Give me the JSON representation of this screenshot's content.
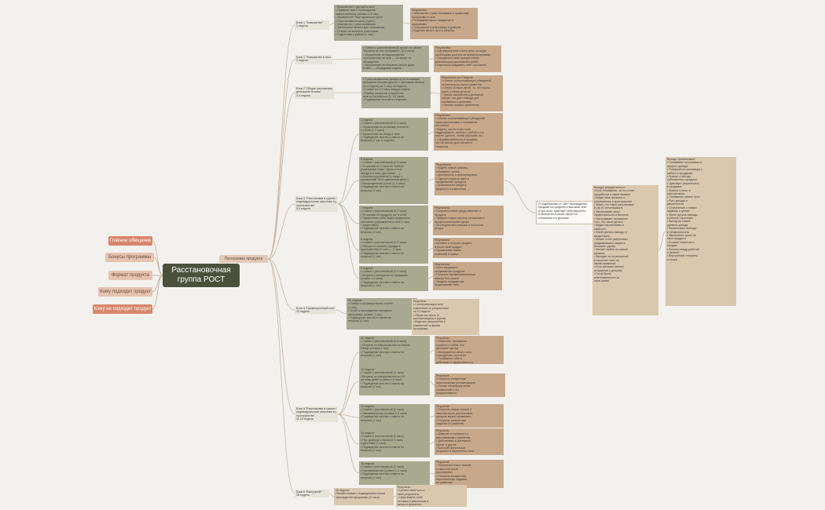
{
  "root": {
    "title": "Расстановочная группа РОСТ"
  },
  "branches": {
    "main": "Главное обещание",
    "bonus": "Бонусы программы",
    "format": "Формат продукта",
    "fit": "Кому подходит продукт",
    "nofit": "Кому не подходит продукт"
  },
  "program": "Программа продукта",
  "weeks": [
    {
      "label": [
        "Блок 1 \"Знакомство\"",
        "1 неделя"
      ]
    },
    {
      "label": [
        "Блок 1 \"Знакомство и постановка цели\"",
        "2 неделя"
      ]
    },
    {
      "label": [
        "Блок 2 \"Общие расстановки по основным",
        "денежным блокам\"",
        "3-4 неделя"
      ]
    },
    {
      "label": [
        "Блок 3 \"Расстановки в группе по",
        "индивидуальным запросам в работе и",
        "пространстве\"",
        "5-9 неделя"
      ]
    },
    {
      "label": [
        "Блок 4 \"Промежуточный отчёт\"",
        "10 неделя"
      ]
    },
    {
      "label": [
        "Блок 5 \"Расстановки в группе по",
        "индивидуальным запросам в работе и",
        "пространстве\"",
        "11-15 неделя"
      ]
    },
    {
      "label": [
        "Блок 6 \"Выпускной\"",
        "16 неделя"
      ]
    }
  ],
  "left_blocks": [
    {
      "text": [
        "• Знакомство с группой в чате",
        "• Правила чата и прохождения",
        "  самостоятельно (созвон 1-й час)",
        "• Упражнение \"Моё идеальное утро\"",
        "• Расстановка на цели (групп.)",
        "• Знакомство с расстановками",
        "• Заполнение анкеты для знакомства",
        "• Ответы на вопросы участников",
        "• Подготовка к работе (1 час)"
      ]
    },
    {
      "text": [
        "• Созвон и расстановочный проект по жизни",
        "  \"баланса во все программы\" (2-3 часа)",
        "• Упражнение на маркирование",
        "  пространства на пути — 10 минут на",
        "  обсуждение",
        "• Упражнение на познание своего дара",
        "  в чате — обсуждение недель"
      ]
    },
    {
      "text": [
        "• 2 расстановочных процесса по основным",
        "  денежным блокам (Деньги и Денежная Жизнь)",
        "  (3-4 неделя) по 1 часу на неделю",
        "• Созвон по 2-3 часа каждая неделя",
        "• Разбор вопросов и отработка",
        "  ответы на вопросы (1-1,5 часа)",
        "• Подведение итогов по неделям"
      ]
    },
    {
      "text": [
        "5 неделя:",
        "• Созвон с расстановкой (2-3 часа)",
        "• Упражнения на установку контакта",
        "  с собой (1-2 часа)",
        "• Упражнение на опору в теле",
        "• Подведение итогов и ответы на",
        "  вопросы (1 час в неделю)"
      ]
    },
    {
      "text": [
        "6 неделя:",
        "• Созвон с расстановкой (2-3 часа)",
        "• Установки по 2 часа на \"люблю\"",
        "  (примерные темы: \"Деньги есть",
        "  всегда и я этого достойна\", ...)",
        "• Анализ результатов (а также с",
        "  упражнений \"Мой идеальный день\")",
        "• Распределение ролей (1-2 часа)",
        "• Подведение итогов и ответы на",
        "  вопросы (1 час)"
      ]
    },
    {
      "text": [
        "7 неделя:",
        "• Созвон с расстановкой (2-3 часа)",
        "• Установки по продукту на \"в себя\"",
        "• Применение себя через предельное",
        "  состояние (упражнения в чате 2 часа",
        "  + подготовка)",
        "• Подведение итогов и ответы на",
        "  вопросы (1 час)"
      ]
    },
    {
      "text": [
        "8 неделя:",
        "• Созвон с расстановкой (2-3 часа)",
        "• Работа со страхом (правда в",
        "  пространстве) в чате — 2 часа",
        "• Подведение итогов и ответы на",
        "  вопросы (1 час)"
      ]
    },
    {
      "text": [
        "9 неделя:",
        "• Созвон с расстановкой (2-3 часа)",
        "• Встреча с экспертом по продажам",
        "  (созвон 1,5 часа)",
        "• Подведение итогов и ответы на",
        "  вопросы (1 час)"
      ]
    },
    {
      "text": [
        "10 неделя:",
        "• Созвон о промежуточном отчёте",
        "  (1 час)",
        "• Отчёт о прохождении половины",
        "  программы (созвон 1 час)",
        "• Подведение итогов и ответы на",
        "  вопросы (1 час)"
      ]
    },
    {
      "text": [
        "11 неделя:",
        "• Созвон с расстановкой (2-3 часа)",
        "• Встреча со специалистом по Human",
        "  Design (созвон 1 час)",
        "• Подведение итогов и ответы на",
        "  вопросы (1 час)"
      ]
    },
    {
      "text": [
        "12 неделя:",
        "• Созвон с расстановкой (2 часа)",
        "• Встреча со специалистом по НС",
        "  на тему денег (созвон 1,5 часа)",
        "• Подведение итогов и ответы на",
        "  вопросы (1 час)"
      ]
    },
    {
      "text": [
        "13 неделя:",
        "• Созвон с расстановкой (2 часа)",
        "• Наставничество (созвон 2-4 часа)",
        "• Подведение итогов и ответы на",
        "  вопросы (1 час)"
      ]
    },
    {
      "text": [
        "14 неделя:",
        "• Созвон с расстановкой (2 часа)",
        "• Про доверие и балансе в часы",
        "  подготовки (2 часа)",
        "• Подведение итогов и ответы на",
        "  вопросы (1 час)"
      ]
    },
    {
      "text": [
        "15 неделя:",
        "• Созвон с расстановкой (2 часа)",
        "• Наставничество (созвон 2-4 часа)",
        "• Подведение итогов и ответы на",
        "  вопросы (1 час)"
      ]
    },
    {
      "text": [
        "16 неделя:",
        "Онлайн-созвон с подведением итогов",
        "прохождения программы (2 часа)"
      ]
    }
  ],
  "results": [
    {
      "text": [
        "Результаты:",
        "• Знакомство с расстановками и правилами",
        "  программы в чате",
        "• Понимание своих ожиданий от",
        "  программы",
        "• Погружение в атмосферу и доверие",
        "• Видение своего пути и запроса"
      ]
    },
    {
      "text": [
        "Результаты:",
        "• Сформулировать свою цель, которую",
        "  необходимо достичь за время программы",
        "• Определить свои приоритетные",
        "  действия для достижения целей",
        "• Научиться создавать себе состояние"
      ]
    },
    {
      "text": [
        "Результаты за 2 недели:",
        "• Снятие ограничивающих убеждений",
        "  относительно своего развития",
        "• Статус больше денег, то, что нужно",
        "  знать о своих деньгах",
        "• Тонкие изменения в денежной",
        "  сфере, что дает поводы для",
        "  понимания и действия",
        "• Личные первые изменения"
      ]
    },
    {
      "text": [
        "Результаты:",
        "• Снятие ограничивающих убеждений",
        "  через расстановку и понимание",
        "  источника",
        "• Видеть, как не стоит себя",
        "  поддерживать, сколько с собой и что",
        "  можно сделать, чтобы улучшить это",
        "• Сформированность в продаже,",
        "  что на самом деле является",
        "  тормозом"
      ]
    },
    {
      "text": [
        "Результаты:",
        "• Видеть новые смыслы,",
        "  понимание зачем",
        "• Доступность и формулировка",
        "• Сделать первые шаги в",
        "  продвижении продукта",
        "• Возможность увидеть",
        "  результат и изменения"
      ]
    },
    {
      "text": [
        "Результаты:",
        "• Получили новое представление о",
        "  продукте",
        "• Увидели новую картину отношения к",
        "  профессиональной сфере",
        "• Отследили все реакции и получили",
        "  ресурс"
      ]
    },
    {
      "text": [
        "Результаты:",
        "• Активно и открыто продать",
        "  в блоге свой продукт",
        "• Проявление новых",
        "  стратегий в жизни"
      ]
    },
    {
      "text": [
        "Результаты:",
        "• Опыт продажи и",
        "  продвижения продукта",
        "• Получить профессиональные",
        "  навыки без страха",
        "• Увидеть продажи как",
        "  продолжение себя"
      ]
    },
    {
      "text": [
        "Результат:",
        "• Систематизация всех",
        "  изменений по результатам",
        "  за 10 недель",
        "• Обратная связь от",
        "  расстановщика и группы",
        "• Видение результатов и",
        "  изменений за время",
        "  программы"
      ]
    },
    {
      "text": [
        "Результат:",
        "• Освоение, понимание",
        "  и работа с собой, что",
        "  усиливает доход",
        "• Инструменты своего типа",
        "  и внедрение стратегии",
        "• Понимание себя в",
        "  действиях и эффективность"
      ]
    },
    {
      "text": [
        "Результат:",
        "• Получить конкретные",
        "  персональные рекомендации",
        "• Понять специфику своих",
        "  сложностей и что",
        "  предпринимать"
      ]
    },
    {
      "text": [
        "Результат:",
        "• Получить новые знания и",
        "  смыслы после расстановки,",
        "  которые можно применить",
        "• Получить конкретные",
        "  задания по развитию"
      ]
    },
    {
      "text": [
        "Результат:",
        "• Доверие и готовность к",
        "  расстановкам и принятию",
        "• Действовать в денежной",
        "  сфере и других",
        "• Высокий финальный",
        "  результат и внутренняя сила"
      ]
    },
    {
      "text": [
        "Результат:",
        "• Получение новых знаний",
        "  и смыслов после",
        "  расстановки",
        "• Получить конкретные",
        "  персональные задания",
        "  по развитию"
      ]
    },
    {
      "text": [
        "Результат:",
        "• Ценить свой путь и",
        "  свои результаты",
        "• Чувствовать себя",
        "  готовым и уверенным в",
        "  жизни и финансах"
      ]
    }
  ],
  "info_box": {
    "text": [
      "Я подобралась от 180+ прохождения,",
      "продаже на среднем и высоком чеке",
      "и при этом, чувствую себя уверенно",
      "и экспертно в своей сфере на",
      "отношении и к деньгам"
    ]
  },
  "fit_box": {
    "text": [
      "Выгоды резидентности:",
      "• Есть понимание, за что стоит",
      "  проработка и какие бывают",
      "• Видит свои желания и",
      "  устремления в пространстве",
      "• Знает, что такое расстановки",
      "  и как их использовать",
      "• Увеличивает свою",
      "  эффективность в бизнесе",
      "• Настраивает понимание",
      "  того, что такое деньги",
      "• Видит перспективы и",
      "  свой рост",
      "• Умеет делать выводы и",
      "  продолжать",
      "• Может стать уверенным",
      "  продажником и закрыть",
      "  большие сделки",
      "• Желает выйти на новый",
      "  уровень",
      "• Выходит из ограничений",
      "  и начинает жить по",
      "  своим правилам",
      "• Есть желание менять",
      "  отношение к деньгам",
      "• Готов брать",
      "  ответственность за",
      "  свою жизнь"
    ]
  },
  "nofit_box": {
    "text": [
      "Выгоды финансовые:",
      "• Понимание программы и",
      "  прирост дохода",
      "• Повышается мотивация к",
      "  работе и продажам",
      "• Знание о методе",
      "  собственного продукта",
      "• Чувствует уверенность",
      "  в продажах",
      "• Знание и опыт в",
      "  расстановках",
      "• Понимание своего пути",
      "• Рост дохода и",
      "  уверенности",
      "• Стремление к новым",
      "  задачам и целям",
      "• Умеет делать выводы",
      "  и менять стратегию",
      "• Выход на новый",
      "  уровень дохода",
      "• Финансовая свобода",
      "  и независимость",
      "• Увеличение цены на",
      "  свои продукты",
      "• Больше клиентов и",
      "  продаж",
      "• Баланс между работой",
      "  и жизнью",
      "• Внутренний стержень",
      "  и опора"
    ]
  }
}
